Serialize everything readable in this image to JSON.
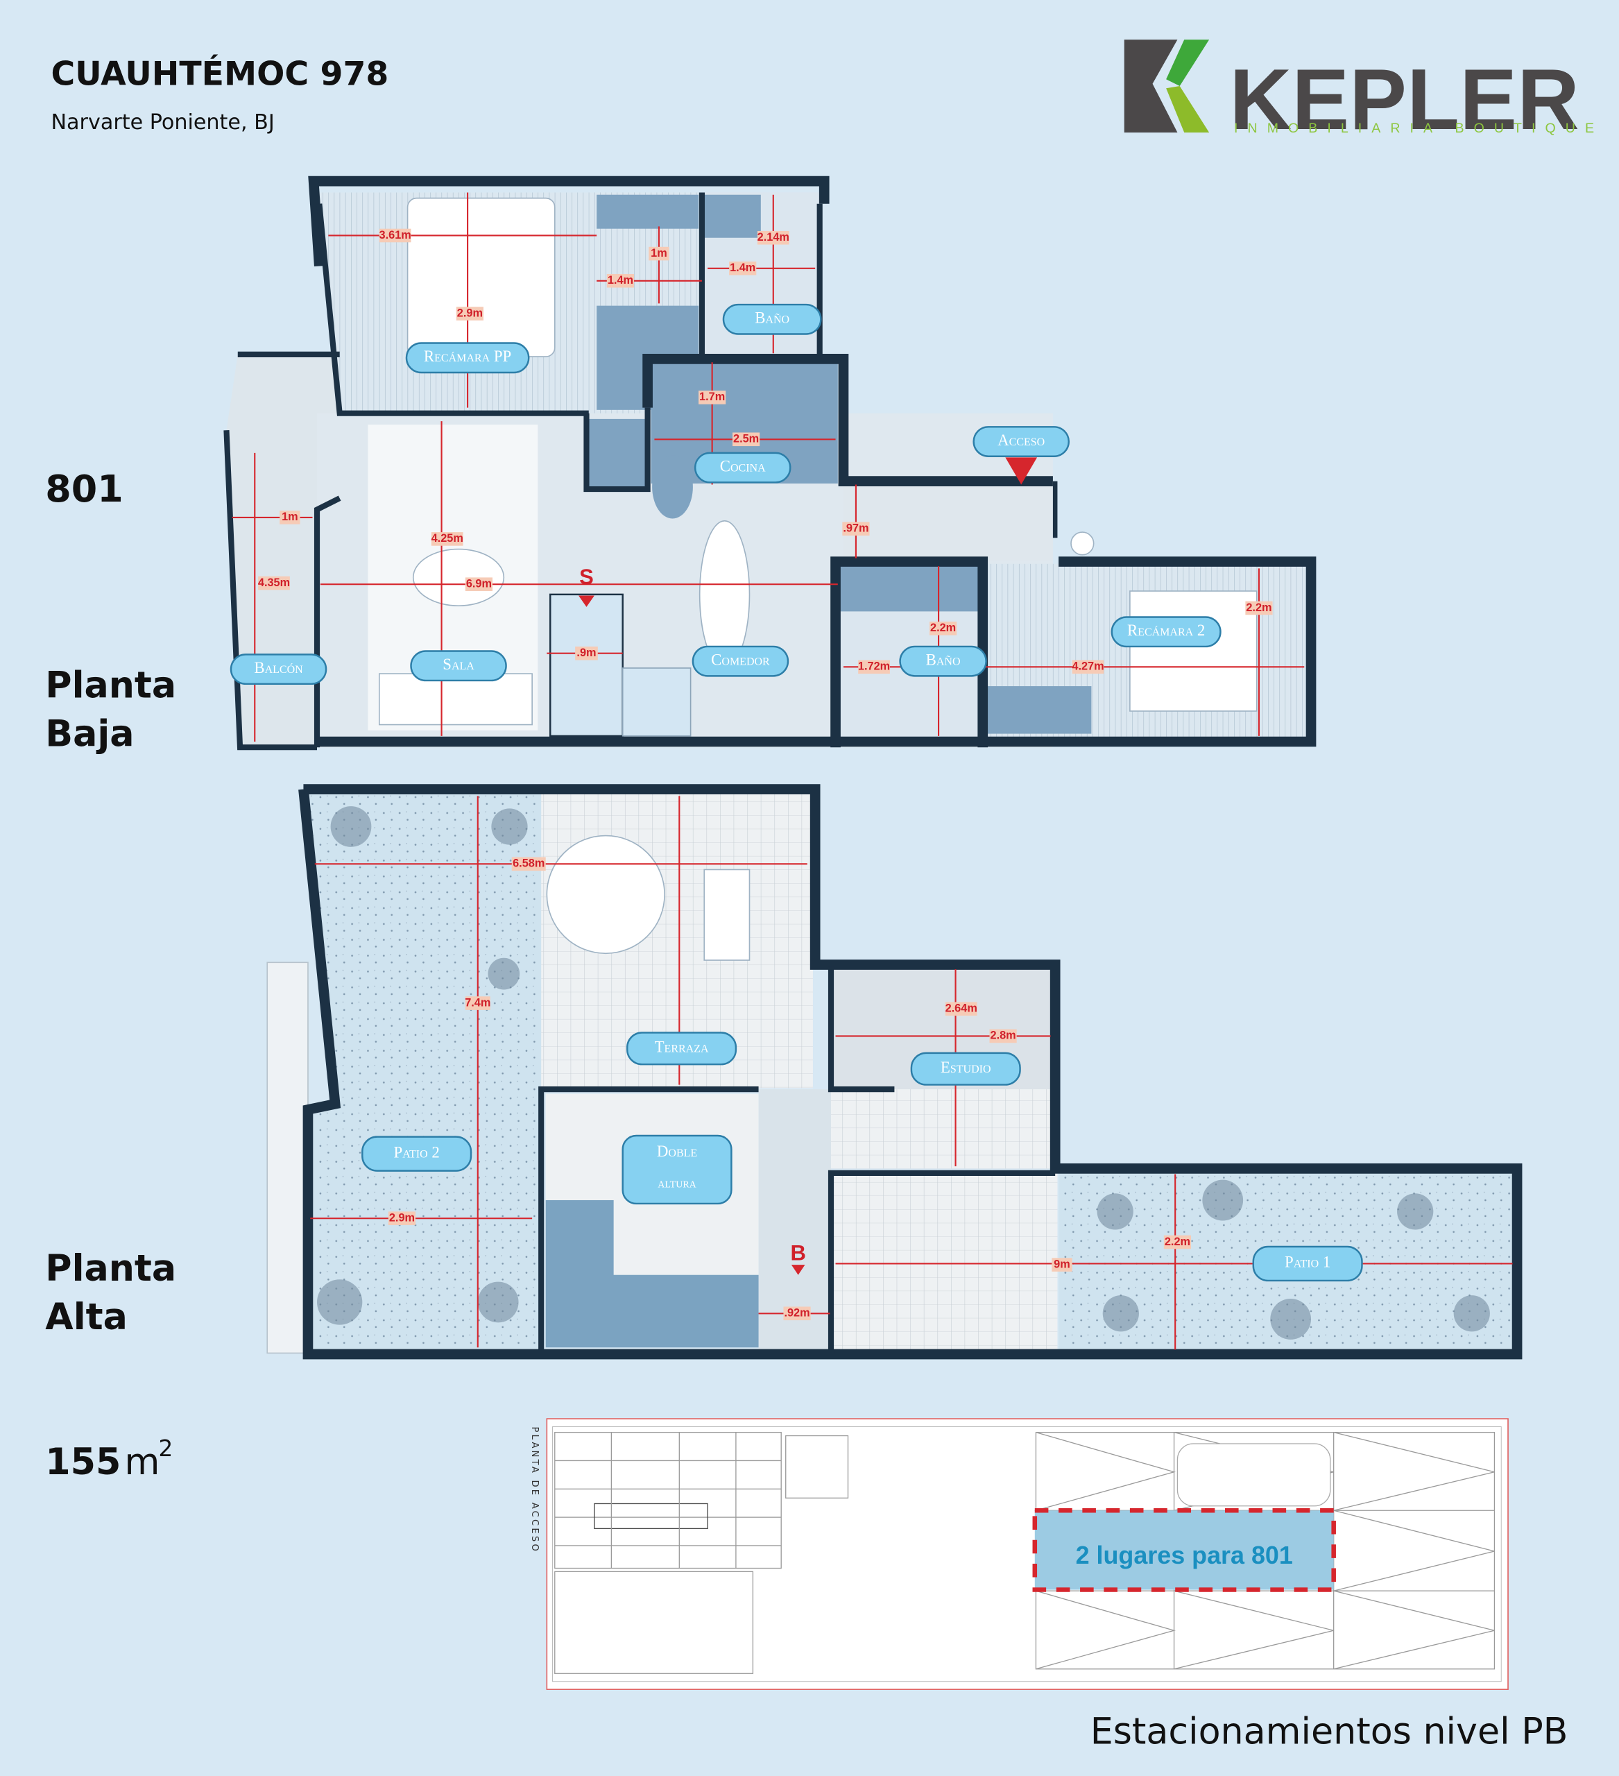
{
  "header": {
    "title": "CUAUHTÉMOC 978",
    "subtitle": "Narvarte Poniente, BJ"
  },
  "logo": {
    "brand": "KEPLER",
    "tagline": "INMOBILIARIA BOUTIQUE"
  },
  "unit": {
    "number": "801",
    "area_value": "155",
    "area_unit": "m",
    "area_exp": "2"
  },
  "levels": {
    "planta_baja": {
      "line1": "Planta",
      "line2": "Baja"
    },
    "planta_alta": {
      "line1": "Planta",
      "line2": "Alta"
    }
  },
  "planta_baja": {
    "rooms": {
      "recamara_pp": "Recámara PP",
      "bano_1": "Baño",
      "cocina": "Cocina",
      "acceso": "Acceso",
      "balcon": "Balcón",
      "sala": "Sala",
      "comedor": "Comedor",
      "bano_2": "Baño",
      "recamara_2": "Recámara 2"
    },
    "stair_mark": "S",
    "dims": [
      "3.61m",
      "2.9m",
      "1m",
      "1.4m",
      "2.14m",
      "1.4m",
      "1.7m",
      "2.5m",
      "1m",
      "4.25m",
      "4.35m",
      "6.9m",
      ".97m",
      ".9m",
      "2.2m",
      "2.2m",
      "1.72m",
      "4.27m"
    ]
  },
  "planta_alta": {
    "rooms": {
      "terraza": "Terraza",
      "estudio": "Estudio",
      "patio_2": "Patio 2",
      "doble_altura_1": "Doble",
      "doble_altura_2": "altura",
      "patio_1": "Patio 1"
    },
    "stair_mark": "B",
    "dims": [
      "6.58m",
      "7.4m",
      "2.64m",
      "2.8m",
      "2.9m",
      "9m",
      "2.2m",
      ".92m"
    ]
  },
  "parking": {
    "highlight": "2 lugares para 801",
    "vertical_label": "PLANTA DE ACCESO",
    "caption": "Estacionamientos nivel PB"
  },
  "colors": {
    "background": "#d7e8f4",
    "wall": "#1c3144",
    "label_pill": "#86d1f1",
    "dimension_red": "#d0202a",
    "brand_gray": "#4b4849",
    "brand_green": "#8dc63f"
  }
}
